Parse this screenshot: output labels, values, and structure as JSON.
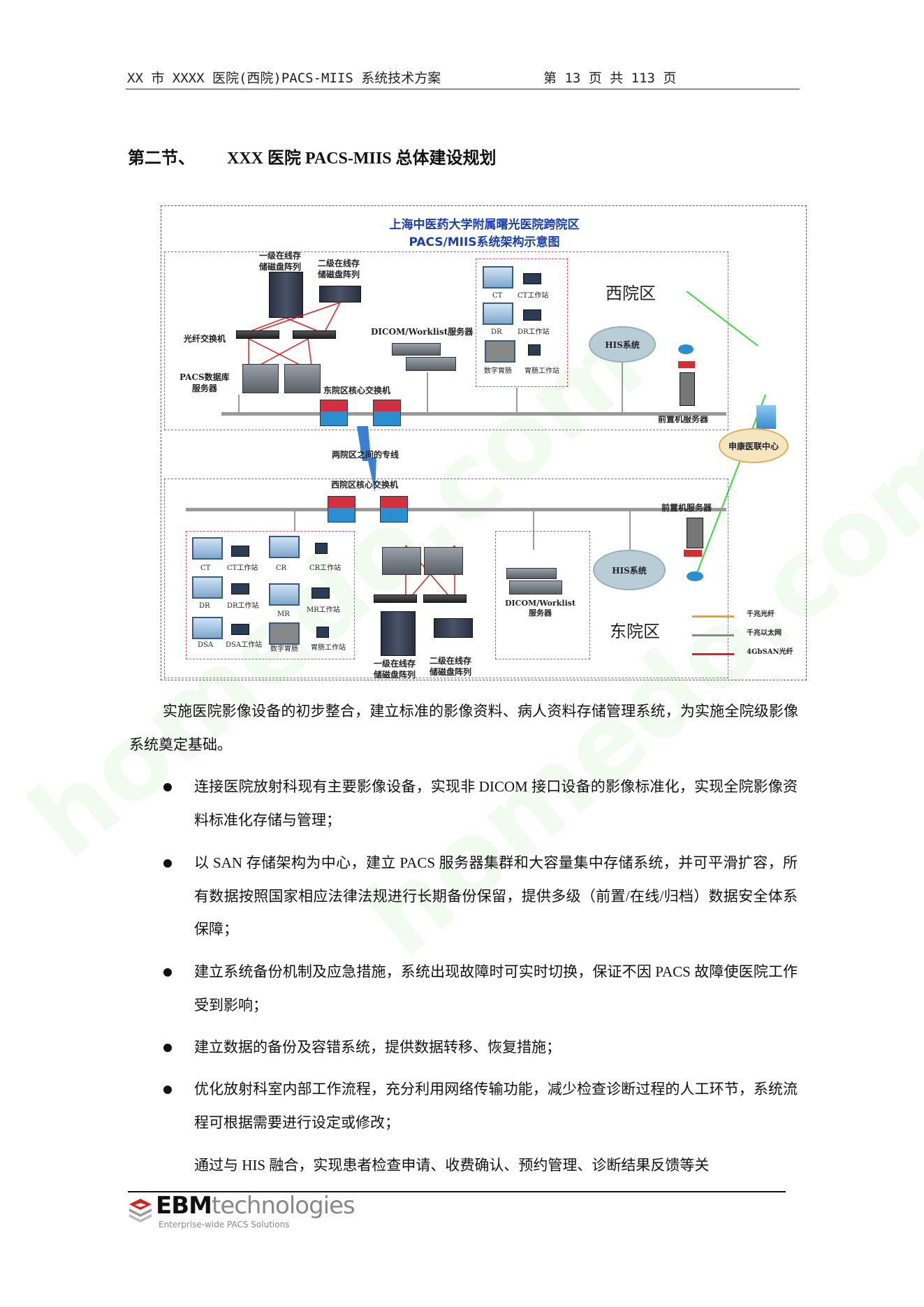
{
  "header": {
    "doc_title": "XX 市 XXXX 医院(西院)PACS-MIIS 系统技术方案",
    "page_info": "第 13 页 共 113 页"
  },
  "section": {
    "number": "第二节、",
    "title": "XXX 医院 PACS-MIIS 总体建设规划"
  },
  "diagram": {
    "title_line1": "上海中医药大学附属曙光医院跨院区",
    "title_line2": "PACS/MIIS系统架构示意图",
    "west": {
      "zone_label": "西院区",
      "storage1": [
        "一级在线存",
        "储磁盘阵列"
      ],
      "storage2": [
        "二级在线存",
        "储磁盘阵列"
      ],
      "fiber_switch": "光纤交换机",
      "db_server": [
        "PACS数据库",
        "服务器"
      ],
      "dicom_server": "DICOM/Worklist服务器",
      "core_switch": "东院区核心交换机",
      "his": "HIS系统",
      "front_server": "前置机服务器",
      "devices": [
        "CT",
        "CT工作站",
        "DR",
        "DR工作站",
        "数字胃肠",
        "胃肠工作站"
      ]
    },
    "link": "两院区之间的专线",
    "center": "申康医联中心",
    "east": {
      "zone_label": "东院区",
      "core_switch": "西院区核心交换机",
      "front_server": "前置机服务器",
      "his": "HIS系统",
      "dicom_server": [
        "DICOM/Worklist",
        "服务器"
      ],
      "storage1": [
        "一级在线存",
        "储磁盘阵列"
      ],
      "storage2": [
        "二级在线存",
        "储磁盘阵列"
      ],
      "devices": [
        "CT",
        "CT工作站",
        "CR",
        "CR工作站",
        "DR",
        "DR工作站",
        "MR",
        "MR工作站",
        "DSA",
        "DSA工作站",
        "数字胃肠",
        "胃肠工作站"
      ]
    },
    "legend": [
      {
        "label": "千兆光纤",
        "color": "#f0a020"
      },
      {
        "label": "千兆以太网",
        "color": "#888888"
      },
      {
        "label": "4GbSAN光纤",
        "color": "#e02020"
      }
    ]
  },
  "intro": "实施医院影像设备的初步整合，建立标准的影像资料、病人资料存储管理系统，为实施全院级影像系统奠定基础。",
  "bullets": [
    "连接医院放射科现有主要影像设备，实现非 DICOM 接口设备的影像标准化，实现全院影像资料标准化存储与管理；",
    "以 SAN 存储架构为中心，建立 PACS 服务器集群和大容量集中存储系统，并可平滑扩容，所有数据按照国家相应法律法规进行长期备份保留，提供多级（前置/在线/归档）数据安全体系保障；",
    "建立系统备份机制及应急措施，系统出现故障时可实时切换，保证不因 PACS 故障使医院工作受到影响；",
    "建立数据的备份及容错系统，提供数据转移、恢复措施；",
    "优化放射科室内部工作流程，充分利用网络传输功能，减少检查诊断过程的人工环节，系统流程可根据需要进行设定或修改；",
    "通过与 HIS 融合，实现患者检查申请、收费确认、预约管理、诊断结果反馈等关"
  ],
  "footer": {
    "logo_bold": "EBM",
    "logo_light": "technologies",
    "tagline": "Enterprise-wide PACS Solutions"
  },
  "watermark": "homedo.com"
}
